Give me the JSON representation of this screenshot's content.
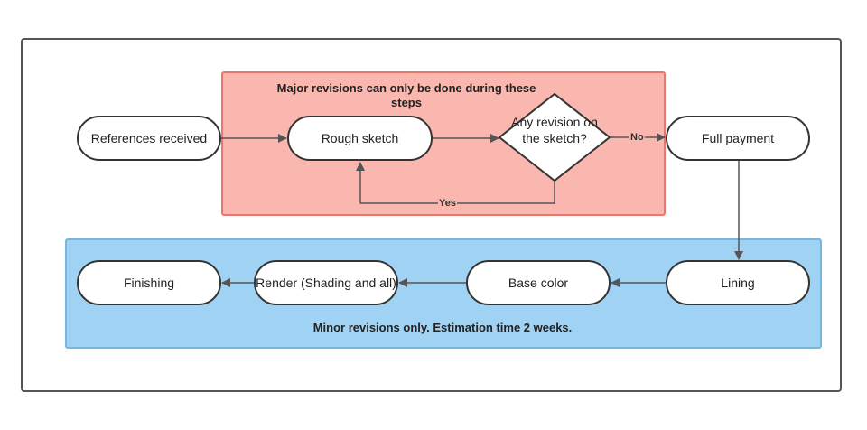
{
  "colors": {
    "major_region_fill": "#f9b7b0",
    "major_region_border": "#e8776c",
    "minor_region_fill": "#9fd2f3",
    "minor_region_border": "#76b6e3",
    "node_border": "#333333",
    "connector": "#555555"
  },
  "regions": {
    "major": {
      "title": "Major revisions can only be done during these steps"
    },
    "minor": {
      "title": "Minor revisions only. Estimation time 2 weeks."
    }
  },
  "nodes": {
    "references_received": "References received",
    "rough_sketch": "Rough sketch",
    "decision": "Any revision on the sketch?",
    "full_payment": "Full payment",
    "lining": "Lining",
    "base_color": "Base color",
    "render": "Render (Shading and all)",
    "finishing": "Finishing"
  },
  "edges": {
    "no_label": "No",
    "yes_label": "Yes"
  }
}
